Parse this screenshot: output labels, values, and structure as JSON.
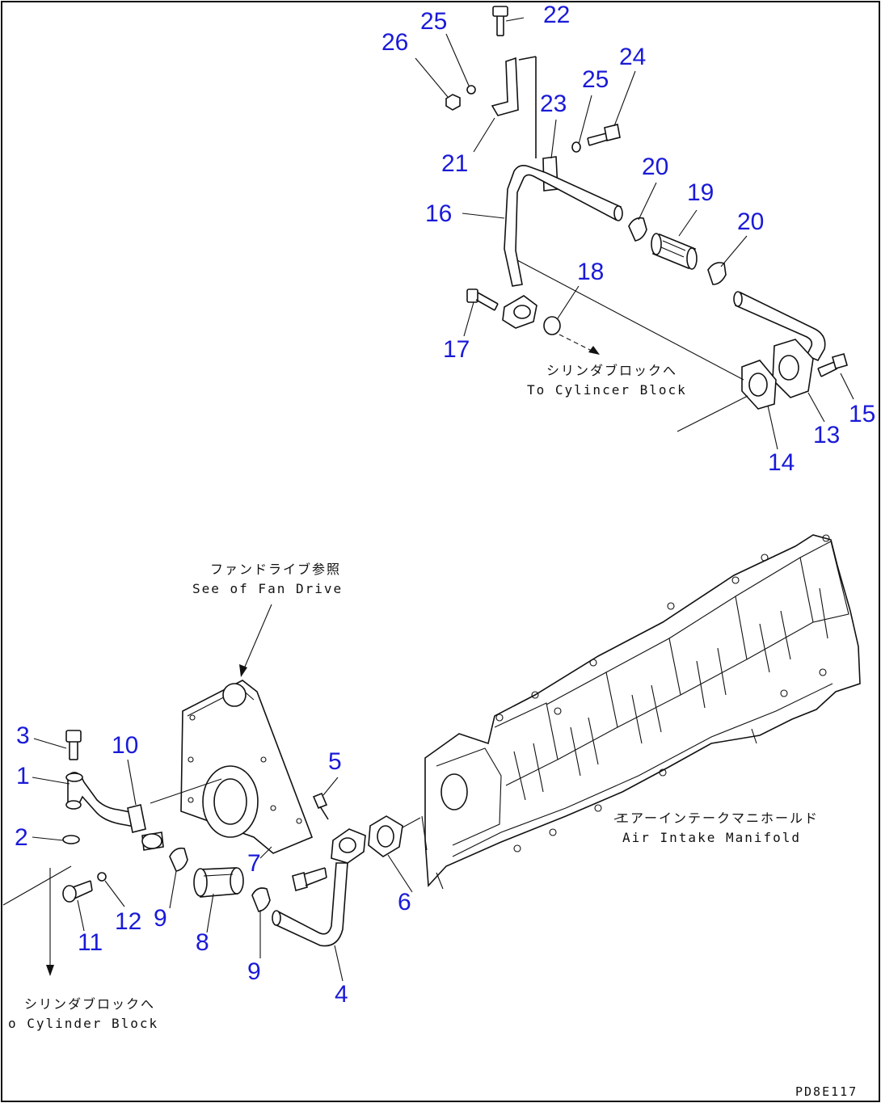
{
  "drawing_code": "PD8E117",
  "callouts": [
    {
      "id": "c22",
      "label": "22"
    },
    {
      "id": "c25a",
      "label": "25"
    },
    {
      "id": "c26",
      "label": "26"
    },
    {
      "id": "c24",
      "label": "24"
    },
    {
      "id": "c25b",
      "label": "25"
    },
    {
      "id": "c23",
      "label": "23"
    },
    {
      "id": "c21",
      "label": "21"
    },
    {
      "id": "c20a",
      "label": "20"
    },
    {
      "id": "c19",
      "label": "19"
    },
    {
      "id": "c16",
      "label": "16"
    },
    {
      "id": "c20b",
      "label": "20"
    },
    {
      "id": "c18",
      "label": "18"
    },
    {
      "id": "c17",
      "label": "17"
    },
    {
      "id": "c15",
      "label": "15"
    },
    {
      "id": "c13",
      "label": "13"
    },
    {
      "id": "c14",
      "label": "14"
    },
    {
      "id": "c3",
      "label": "3"
    },
    {
      "id": "c10",
      "label": "10"
    },
    {
      "id": "c1",
      "label": "1"
    },
    {
      "id": "c5",
      "label": "5"
    },
    {
      "id": "c2",
      "label": "2"
    },
    {
      "id": "c7",
      "label": "7"
    },
    {
      "id": "c6",
      "label": "6"
    },
    {
      "id": "c12",
      "label": "12"
    },
    {
      "id": "c9a",
      "label": "9"
    },
    {
      "id": "c11",
      "label": "11"
    },
    {
      "id": "c8",
      "label": "8"
    },
    {
      "id": "c9b",
      "label": "9"
    },
    {
      "id": "c4",
      "label": "4"
    }
  ],
  "notes": {
    "to_cylinder_block_top": {
      "jp": "シリンダブロックへ",
      "en": "To Cylincer Block"
    },
    "fan_drive": {
      "jp": "ファンドライブ参照",
      "en": "See of Fan Drive"
    },
    "air_intake": {
      "jp": "エアーインテークマニホールド",
      "en": "Air Intake Manifold"
    },
    "to_cylinder_block_bottom": {
      "jp": "シリンダブロックへ",
      "en": "o Cylinder Block"
    }
  }
}
